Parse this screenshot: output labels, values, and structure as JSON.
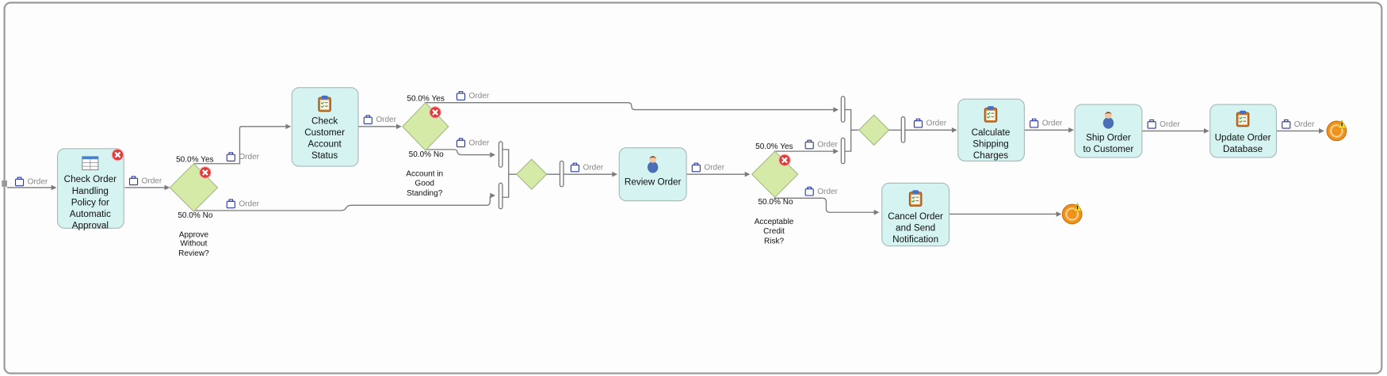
{
  "diagram": {
    "type": "business-process",
    "data_object_label": "Order",
    "colors": {
      "task_fill": "#d5f3f1",
      "gateway_fill": "#d6eaa8",
      "error_badge": "#e03a3a",
      "end_event": "#f0931e",
      "flow_line": "#7a7a7a"
    },
    "tasks": [
      {
        "id": "t1",
        "lines": [
          "Check Order",
          "Handling",
          "Policy for",
          "Automatic",
          "Approval"
        ],
        "icon": "table-icon",
        "error": true
      },
      {
        "id": "t2",
        "lines": [
          "Check",
          "Customer",
          "Account",
          "Status"
        ],
        "icon": "clipboard-checklist-icon",
        "error": false
      },
      {
        "id": "t3",
        "lines": [
          "Review Order"
        ],
        "icon": "person-icon",
        "error": false
      },
      {
        "id": "t4",
        "lines": [
          "Cancel Order",
          "and Send",
          "Notification"
        ],
        "icon": "clipboard-checklist-icon",
        "error": false
      },
      {
        "id": "t5",
        "lines": [
          "Calculate",
          "Shipping",
          "Charges"
        ],
        "icon": "clipboard-checklist-icon",
        "error": false
      },
      {
        "id": "t6",
        "lines": [
          "Ship Order",
          "to Customer"
        ],
        "icon": "person-icon",
        "error": false
      },
      {
        "id": "t7",
        "lines": [
          "Update Order",
          "Database"
        ],
        "icon": "clipboard-checklist-icon",
        "error": false
      }
    ],
    "decisions": [
      {
        "id": "g1",
        "question": [
          "Approve",
          "Without",
          "Review?"
        ],
        "yes": "50.0%  Yes",
        "no": "50.0%  No",
        "error": true
      },
      {
        "id": "g2",
        "question": [
          "Account in",
          "Good",
          "Standing?"
        ],
        "yes": "50.0%  Yes",
        "no": "50.0%  No",
        "error": true
      },
      {
        "id": "g3",
        "question": [
          "Acceptable",
          "Credit",
          "Risk?"
        ],
        "yes": "50.0%  Yes",
        "no": "50.0%  No",
        "error": true
      }
    ],
    "merges": [
      {
        "id": "m1"
      },
      {
        "id": "m2"
      }
    ],
    "end_events": [
      {
        "id": "e1",
        "icon": "end-event-warning-icon"
      },
      {
        "id": "e2",
        "icon": "end-event-warning-icon"
      }
    ]
  }
}
